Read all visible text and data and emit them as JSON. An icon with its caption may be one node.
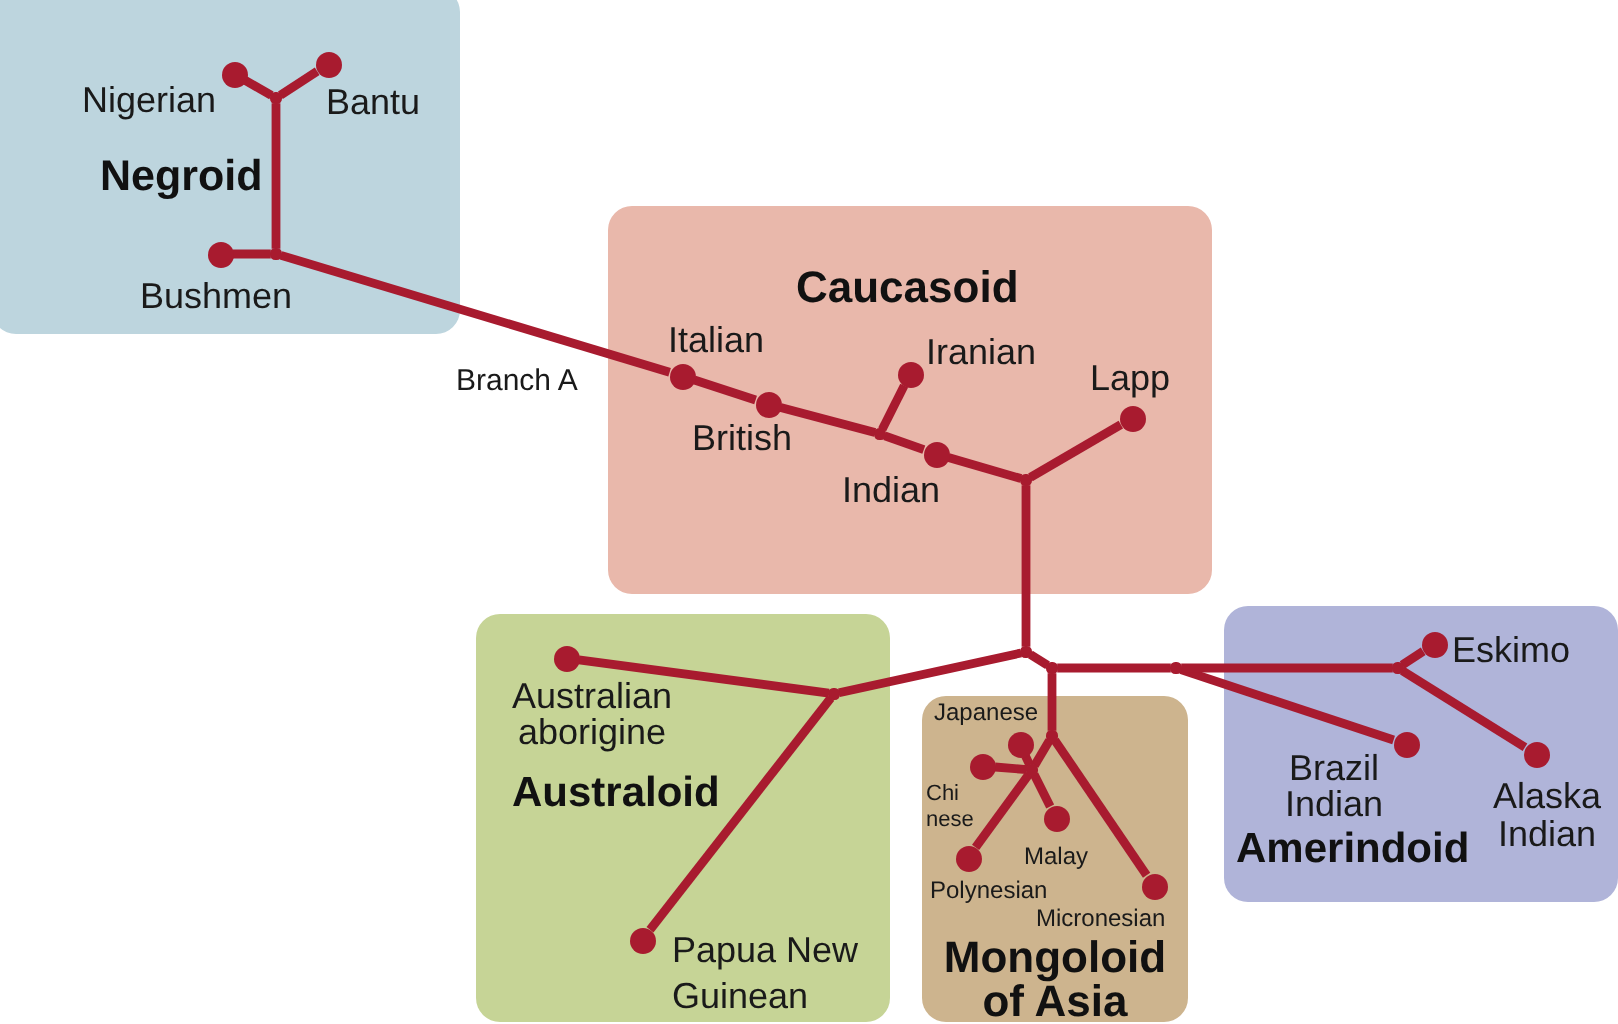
{
  "diagram": {
    "nodes": [
      {
        "text": [
          "Negroid"
        ]
      },
      {
        "text": [],
        "shape": "circle",
        "in": 0,
        "beside": [
          "Nigerian"
        ]
      },
      {
        "text": [],
        "shape": "circle",
        "in": 0,
        "beside": [
          "Bantu"
        ]
      },
      {
        "text": [],
        "shape": "point",
        "in": 0
      },
      {
        "text": [],
        "shape": "circle",
        "in": 0,
        "beside": [
          "Bushmen"
        ]
      },
      {
        "text": [],
        "shape": "point",
        "in": 0
      },
      {
        "text": [
          "Caucasoid"
        ]
      },
      {
        "text": [],
        "shape": "circle",
        "in": 6,
        "beside": [
          "Italian"
        ]
      },
      {
        "text": [],
        "shape": "circle",
        "in": 6,
        "beside": [
          "British"
        ]
      },
      {
        "text": [],
        "shape": "point",
        "in": 6
      },
      {
        "text": [],
        "shape": "circle",
        "in": 6,
        "beside": [
          "Iranian"
        ]
      },
      {
        "text": [],
        "shape": "circle",
        "in": 6,
        "beside": [
          "Indian"
        ]
      },
      {
        "text": [],
        "shape": "circle",
        "in": 6,
        "beside": [
          "Lapp"
        ]
      },
      {
        "text": [],
        "shape": "point",
        "in": 6
      },
      {
        "text": [],
        "shape": "point"
      },
      {
        "text": [
          "Australoid"
        ]
      },
      {
        "text": [],
        "shape": "circle",
        "in": 15,
        "beside": [
          "Australian aborigine"
        ]
      },
      {
        "text": [],
        "shape": "point",
        "in": 15
      },
      {
        "text": [],
        "shape": "circle",
        "in": 15,
        "beside": [
          "Papua New Guinean"
        ]
      },
      {
        "text": [],
        "shape": "point"
      },
      {
        "text": [
          "Mongoloid of Asia"
        ]
      },
      {
        "text": [],
        "shape": "point",
        "in": 20
      },
      {
        "text": [],
        "shape": "circle",
        "in": 20,
        "beside": [
          "Japanese"
        ]
      },
      {
        "text": [],
        "shape": "point",
        "in": 20
      },
      {
        "text": [],
        "shape": "circle",
        "in": 20,
        "beside": [
          "Chi nese"
        ]
      },
      {
        "text": [],
        "shape": "circle",
        "in": 20,
        "beside": [
          "Malay"
        ]
      },
      {
        "text": [],
        "shape": "circle",
        "in": 20,
        "beside": [
          "Polynesian"
        ]
      },
      {
        "text": [],
        "shape": "circle",
        "in": 20,
        "beside": [
          "Micronesian"
        ]
      },
      {
        "text": [],
        "shape": "point"
      },
      {
        "text": [
          "Amerindoid"
        ]
      },
      {
        "text": [],
        "shape": "point",
        "in": 29
      },
      {
        "text": [],
        "shape": "circle",
        "in": 29,
        "beside": [
          "Eskimo"
        ]
      },
      {
        "text": [],
        "shape": "circle",
        "in": 29,
        "beside": [
          "Brazil Indian"
        ]
      },
      {
        "text": [],
        "shape": "circle",
        "in": 29,
        "beside": [
          "Alaska Indian"
        ]
      }
    ],
    "edges": [
      {
        "from": 1,
        "to": 3,
        "arrow": "none"
      },
      {
        "from": 2,
        "to": 3,
        "arrow": "none"
      },
      {
        "from": 3,
        "to": 5,
        "arrow": "none"
      },
      {
        "from": 4,
        "to": 5,
        "arrow": "none"
      },
      {
        "from": 5,
        "to": 7,
        "arrow": "none",
        "label": "Branch A"
      },
      {
        "from": 7,
        "to": 8,
        "arrow": "none"
      },
      {
        "from": 8,
        "to": 9,
        "arrow": "none"
      },
      {
        "from": 9,
        "to": 10,
        "arrow": "none"
      },
      {
        "from": 9,
        "to": 11,
        "arrow": "none"
      },
      {
        "from": 11,
        "to": 13,
        "arrow": "none"
      },
      {
        "from": 13,
        "to": 12,
        "arrow": "none"
      },
      {
        "from": 13,
        "to": 14,
        "arrow": "none"
      },
      {
        "from": 14,
        "to": 17,
        "arrow": "none"
      },
      {
        "from": 17,
        "to": 16,
        "arrow": "none"
      },
      {
        "from": 17,
        "to": 18,
        "arrow": "none"
      },
      {
        "from": 14,
        "to": 19,
        "arrow": "none"
      },
      {
        "from": 19,
        "to": 21,
        "arrow": "none"
      },
      {
        "from": 21,
        "to": 23,
        "arrow": "none"
      },
      {
        "from": 23,
        "to": 22,
        "arrow": "none"
      },
      {
        "from": 23,
        "to": 24,
        "arrow": "none"
      },
      {
        "from": 23,
        "to": 25,
        "arrow": "none"
      },
      {
        "from": 23,
        "to": 26,
        "arrow": "none"
      },
      {
        "from": 21,
        "to": 27,
        "arrow": "none"
      },
      {
        "from": 19,
        "to": 28,
        "arrow": "none"
      },
      {
        "from": 28,
        "to": 32,
        "arrow": "none"
      },
      {
        "from": 28,
        "to": 30,
        "arrow": "none"
      },
      {
        "from": 30,
        "to": 31,
        "arrow": "none"
      },
      {
        "from": 30,
        "to": 33,
        "arrow": "none"
      }
    ]
  }
}
